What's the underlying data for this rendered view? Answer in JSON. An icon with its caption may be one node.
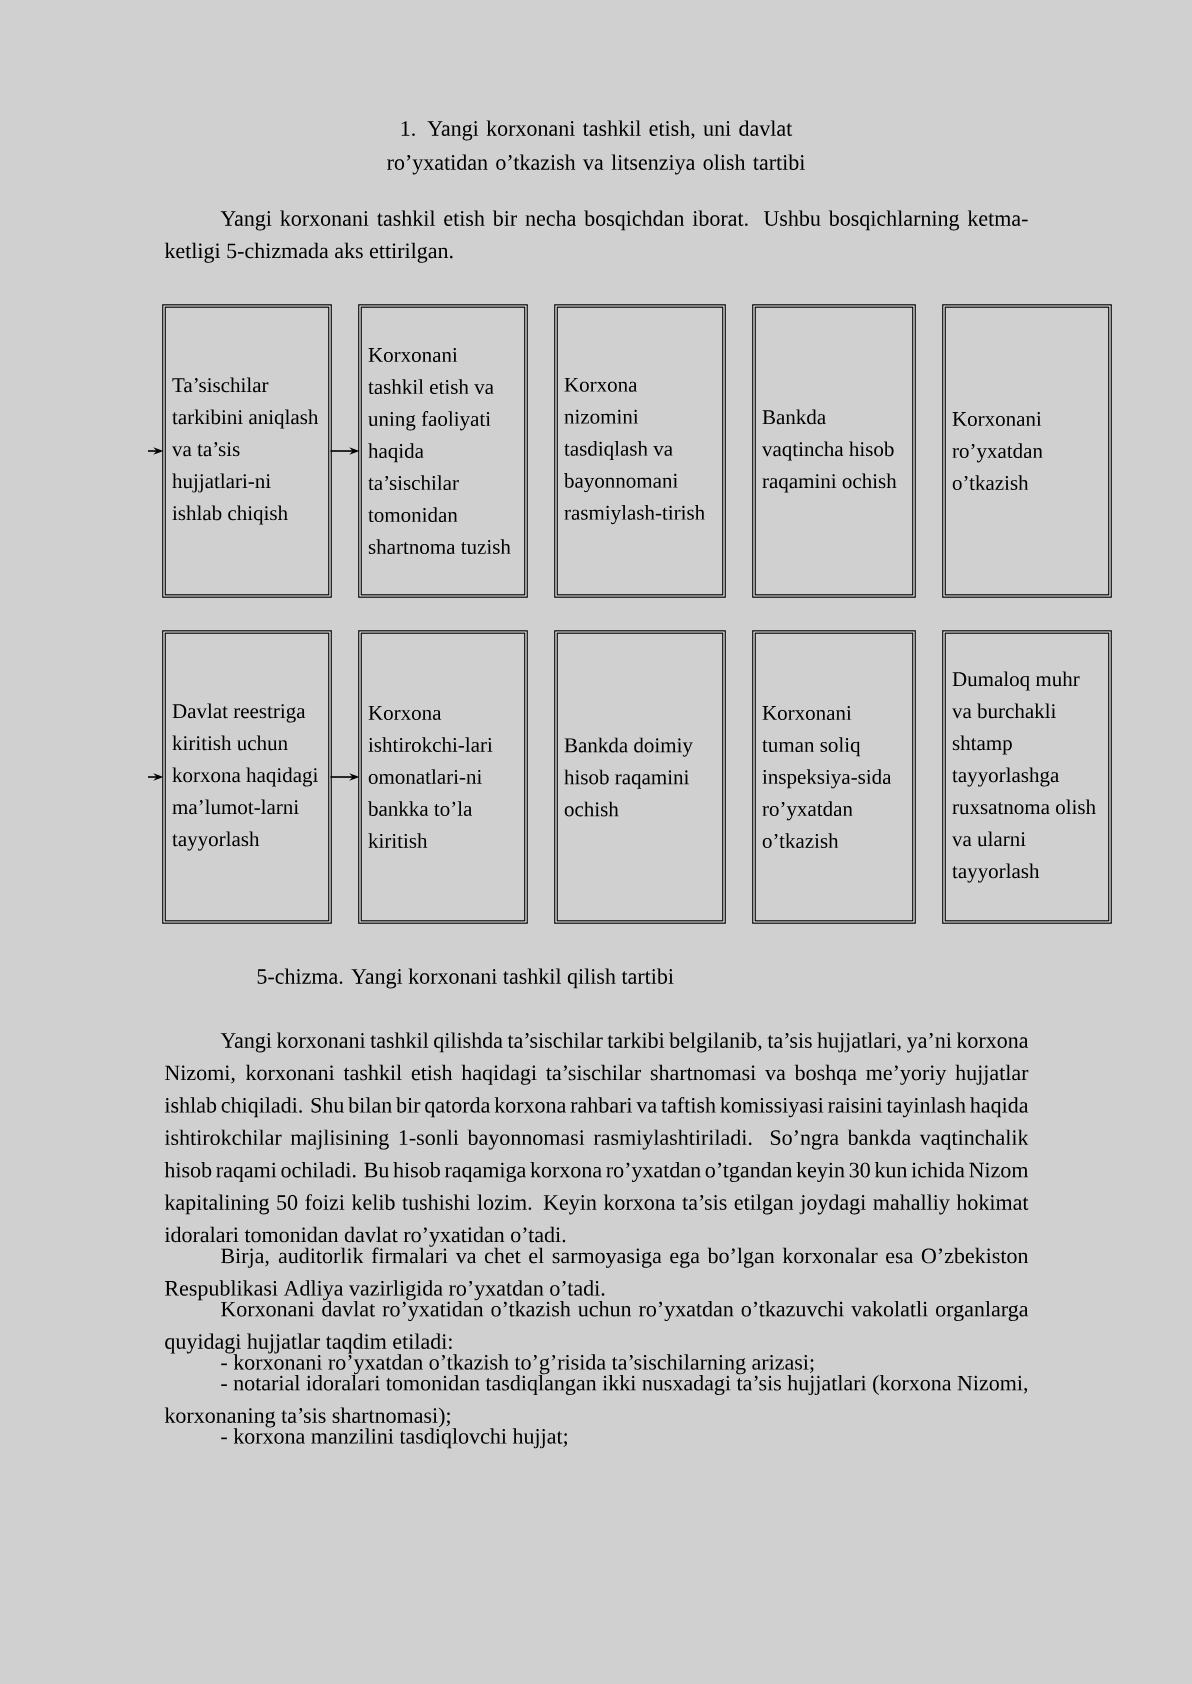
{
  "diagram": {
    "title": "1. Yangi korxonani tashkil etish, uni davlat ro’yxatidan o’tkazish va litsenziya olish tartibi",
    "caption": "5-chizma. Yangi korxonani tashkil qilish tartibi",
    "nodes": [
      {
        "text": [
          "Ta’sischilar tarkibini aniqlash va ta’sis hujjatlari-ni ishlab chiqish"
        ]
      },
      {
        "text": [
          "Korxonani tashkil etish va uning faoliyati haqida ta’sischilar tomonidan shartnoma tuzish"
        ]
      },
      {
        "text": [
          "Korxona nizomini tasdiqlash va bayonnomani rasmiylash-tirish"
        ]
      },
      {
        "text": [
          "Bankda vaqtincha hisob raqamini ochish"
        ]
      },
      {
        "text": [
          "Korxonani ro’yxatdan o’tkazish"
        ]
      },
      {
        "text": [
          "Davlat reestriga kiritish uchun korxona haqidagi ma’lumot-larni tayyorlash"
        ]
      },
      {
        "text": [
          "Korxona ishtirokchi-lari omonatlari-ni bankka to’la kiritish"
        ]
      },
      {
        "text": [
          "Bankda doimiy hisob raqamini ochish"
        ]
      },
      {
        "text": [
          "Korxonani tuman soliq inspeksiya-sida ro’yxatdan o’tkazish"
        ]
      },
      {
        "text": [
          "Dumaloq muhr va burchakli shtamp tayyorlashga ruxsatnoma olish va ularni tayyorlash"
        ]
      }
    ],
    "edges": [
      {
        "from": null,
        "to": 0,
        "arrow": "to"
      },
      {
        "from": 0,
        "to": 1,
        "arrow": "to"
      },
      {
        "from": null,
        "to": 5,
        "arrow": "to"
      },
      {
        "from": 5,
        "to": 6,
        "arrow": "to"
      }
    ],
    "labels": [
      "Yangi korxonani tashkil etish bir necha bosqichdan iborat. Ushbu bosqichlarning ketma-ketligi 5-chizmada aks ettirilgan.",
      "Yangi korxonani tashkil qilishda ta’sischilar tarkibi belgilanib, ta’sis hujjatlari, ya’ni korxona Nizomi, korxonani tashkil etish haqidagi ta’sischilar shartnomasi va boshqa me’yoriy hujjatlar ishlab chiqiladi. Shu bilan bir qatorda korxona rahbari va taftish komissiyasi raisini tayinlash haqida ishtirokchilar majlisining 1-sonli bayonnomasi rasmiylashtiriladi. So’ngra bankda vaqtinchalik hisob raqami ochiladi. Bu hisob raqamiga korxona ro’yxatdan o’tgandan keyin 30 kun ichida Nizom kapitalining 50 foizi kelib tushishi lozim. Keyin korxona ta’sis etilgan joydagi mahalliy hokimat idoralari tomonidan davlat ro’yxatidan o’tadi.",
      "Birja, auditorlik firmalari va chet el sarmoyasiga ega bo’lgan korxonalar esa O’zbekiston Respublikasi Adliya vazirligida ro’yxatdan o’tadi.",
      "Korxonani davlat ro’yxatidan o’tkazish uchun ro’yxatdan o’tkazuvchi vakolatli organlarga quyidagi hujjatlar taqdim etiladi:",
      "- korxonani ro’yxatdan o’tkazish to’g’risida ta’sischilarning arizasi;",
      "- notarial idoralari tomonidan tasdiqlangan ikki nusxadagi ta’sis hujjatlari (korxona Nizomi, korxonaning ta’sis shartnomasi);",
      "- korxona manzilini tasdiqlovchi hujjat;"
    ]
  }
}
